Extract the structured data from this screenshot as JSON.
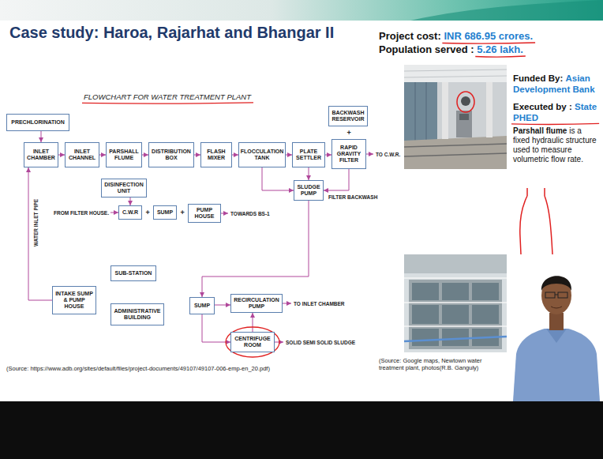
{
  "diagram": {
    "title": "Case study: Haroa, Rajarhat and Bhangar II",
    "nodes": [
      {
        "text": [
          "PRECHLORINATION"
        ]
      },
      {
        "text": [
          "INLET CHAMBER"
        ]
      },
      {
        "text": [
          "INLET CHANNEL"
        ]
      },
      {
        "text": [
          "PARSHALL FLUME"
        ]
      },
      {
        "text": [
          "DISTRIBUTION BOX"
        ]
      },
      {
        "text": [
          "FLASH MIXER"
        ]
      },
      {
        "text": [
          "FLOCCULATION TANK"
        ]
      },
      {
        "text": [
          "PLATE SETTLER"
        ]
      },
      {
        "text": [
          "BACKWASH RESERVOIR"
        ]
      },
      {
        "text": [
          "RAPID GRAVITY FILTER"
        ]
      },
      {
        "text": [
          "SLUDGE PUMP"
        ]
      },
      {
        "text": [
          "DISINFECTION UNIT"
        ]
      },
      {
        "text": [
          "C.W.R"
        ]
      },
      {
        "text": [
          "SUMP"
        ]
      },
      {
        "text": [
          "PUMP HOUSE"
        ]
      },
      {
        "text": [
          "SUB-STATION"
        ]
      },
      {
        "text": [
          "INTAKE SUMP & PUMP HOUSE"
        ]
      },
      {
        "text": [
          "ADMINISTRATIVE BUILDING"
        ]
      },
      {
        "text": [
          "SUMP"
        ]
      },
      {
        "text": [
          "RECIRCULATION PUMP"
        ]
      },
      {
        "text": [
          "CENTRIFUGE ROOM"
        ]
      }
    ],
    "edges": [
      {
        "from": 0,
        "to": 1,
        "arrow": "to"
      },
      {
        "from": 1,
        "to": 2,
        "arrow": "to"
      },
      {
        "from": 2,
        "to": 3,
        "arrow": "to"
      },
      {
        "from": 3,
        "to": 4,
        "arrow": "to"
      },
      {
        "from": 4,
        "to": 5,
        "arrow": "to"
      },
      {
        "from": 5,
        "to": 6,
        "arrow": "to"
      },
      {
        "from": 6,
        "to": 7,
        "arrow": "to"
      },
      {
        "from": 7,
        "to": 9,
        "arrow": "to"
      },
      {
        "from": 16,
        "to": 1,
        "arrow": "to"
      },
      {
        "from": 6,
        "to": 10,
        "arrow": "to"
      },
      {
        "from": 7,
        "to": 10,
        "arrow": "to"
      },
      {
        "from": 9,
        "to": 10,
        "arrow": "to"
      },
      {
        "from": 10,
        "to": 18,
        "arrow": "to"
      },
      {
        "from": 18,
        "to": 19,
        "arrow": "to"
      },
      {
        "from": 18,
        "to": 20,
        "arrow": "to"
      },
      {
        "from": 20,
        "to": 19,
        "arrow": "to"
      },
      {
        "from": 11,
        "to": 12,
        "arrow": "to"
      }
    ],
    "labels": [
      "FLOWCHART FOR WATER TREATMENT PLANT",
      "+",
      "TO C.W.R.",
      "FILTER BACKWASH",
      "FROM FILTER HOUSE.",
      "+",
      "+",
      "TOWARDS BS-1",
      "WATER INLET PIPE",
      "TO INLET CHAMBER",
      "SOLID SEMI SOLID SLUDGE",
      "(Source: https://www.adb.org/sites/default/files/project-documents/49107/49107-006-emp-en_20.pdf)",
      "Project cost:",
      "INR 686.95 crores.",
      "Population served :",
      "5.26 lakh.",
      "Funded By:",
      "Asian Development Bank",
      "Executed by :",
      "State PHED",
      "Parshall flume",
      "is a fixed hydraulic structure used to measure volumetric flow rate.",
      "(Source: Google maps, Newtown water treatment plant, photos(R.B. Ganguly)"
    ]
  }
}
